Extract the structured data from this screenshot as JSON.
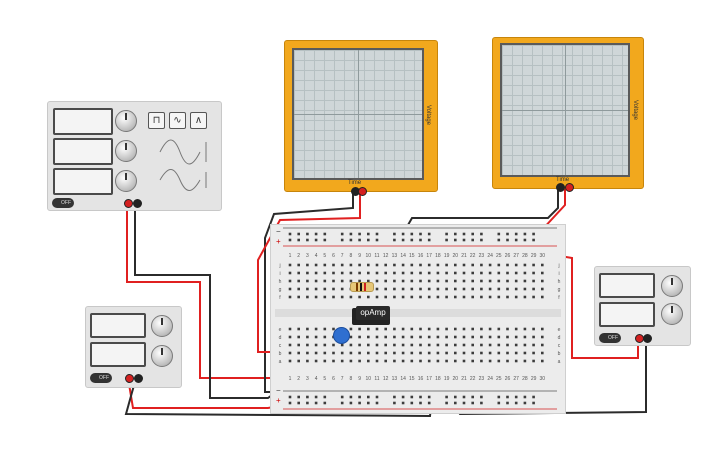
{
  "function_generator": {
    "power_label": "OFF",
    "waveforms": [
      "square-wave",
      "sine-wave",
      "triangle-wave"
    ]
  },
  "oscilloscope_1": {
    "x_axis_label": "Time",
    "y_axis_label": "Voltage"
  },
  "oscilloscope_2": {
    "x_axis_label": "Time",
    "y_axis_label": "Voltage"
  },
  "power_supply_left": {
    "power_label": "OFF"
  },
  "power_supply_right": {
    "power_label": "OFF"
  },
  "breadboard": {
    "rail_minus": "−",
    "rail_plus": "+",
    "columns": [
      "1",
      "2",
      "3",
      "4",
      "5",
      "6",
      "7",
      "8",
      "9",
      "10",
      "11",
      "12",
      "13",
      "14",
      "15",
      "16",
      "17",
      "18",
      "19",
      "20",
      "21",
      "22",
      "23",
      "24",
      "25",
      "26",
      "27",
      "28",
      "29",
      "30"
    ],
    "rows_top": [
      "j",
      "i",
      "h",
      "g",
      "f"
    ],
    "rows_bottom": [
      "e",
      "d",
      "c",
      "b",
      "a"
    ]
  },
  "opamp": {
    "label": "opAmp"
  },
  "colors": {
    "scope": "#f2a81d",
    "wire_red": "#e02020",
    "wire_black": "#2b2b2b",
    "wire_green": "#19b53c",
    "capacitor": "#2f6fd0"
  }
}
